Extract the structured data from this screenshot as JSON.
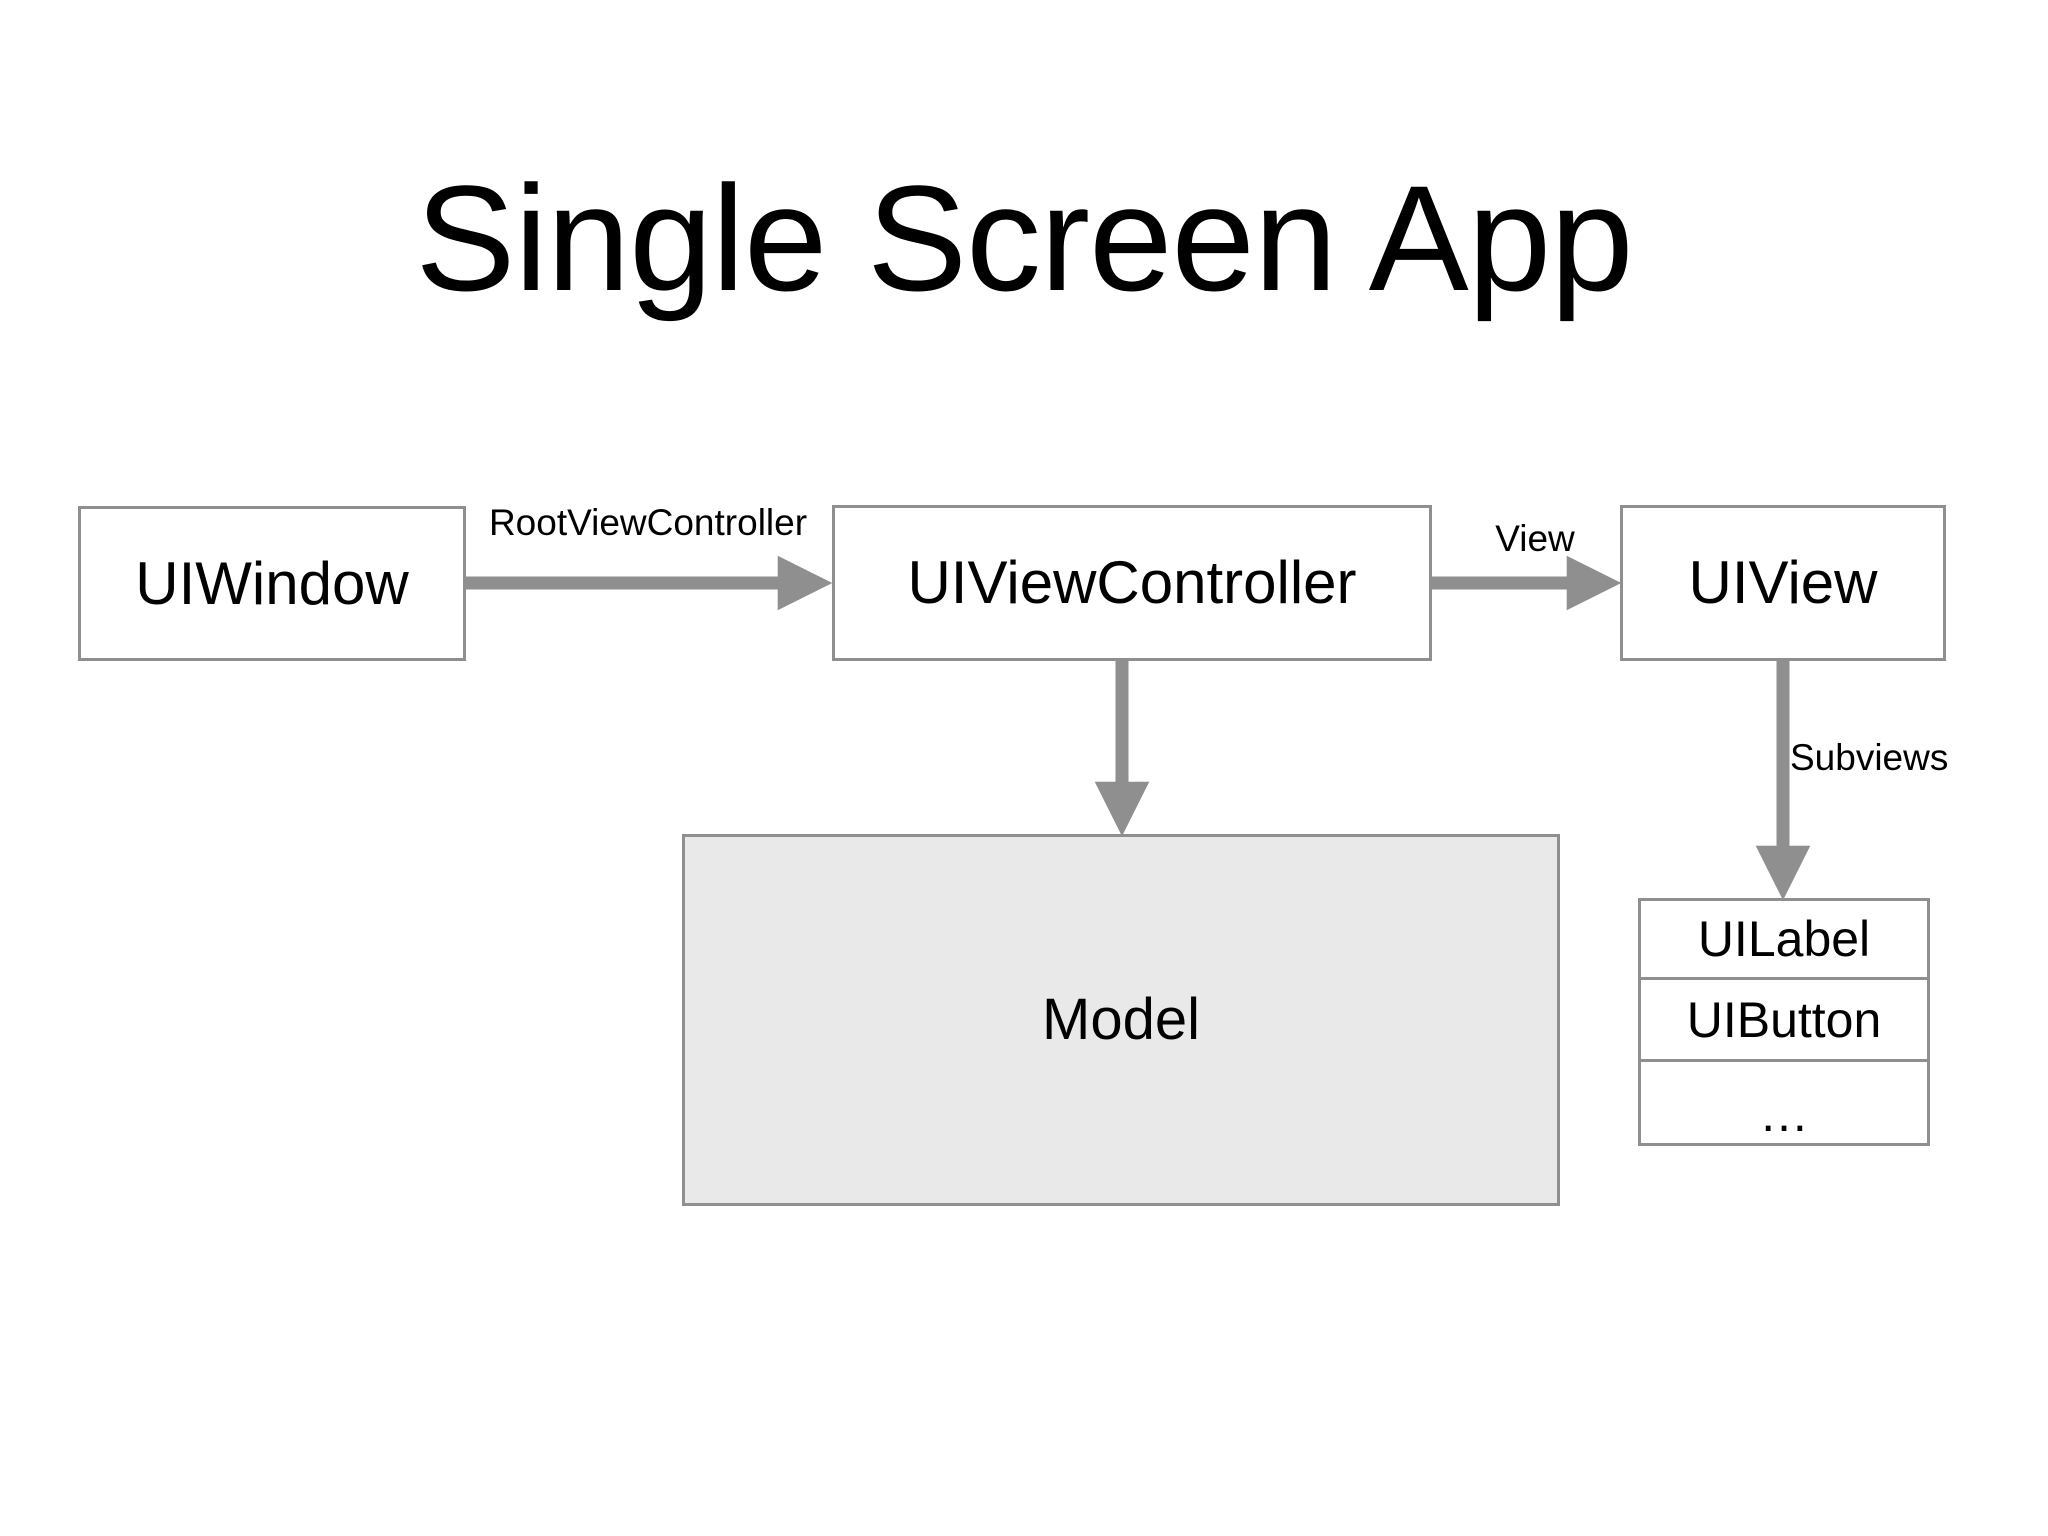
{
  "slide": {
    "title": "Single Screen App",
    "background_color": "#ffffff",
    "box_border_color": "#8f8f8f",
    "arrow_color": "#8f8f8f",
    "model_fill_color": "#e9e9ea",
    "text_color": "#000000"
  },
  "diagram": {
    "type": "flow-diagram",
    "nodes": [
      {
        "id": "uiwindow",
        "label": "UIWindow"
      },
      {
        "id": "uiviewcontroller",
        "label": "UIViewController"
      },
      {
        "id": "uiview",
        "label": "UIView"
      },
      {
        "id": "model",
        "label": "Model"
      }
    ],
    "subviews_stack": [
      {
        "label": "UILabel"
      },
      {
        "label": "UIButton"
      },
      {
        "label": "…"
      }
    ],
    "edges": [
      {
        "from": "uiwindow",
        "to": "uiviewcontroller",
        "label": "RootViewController",
        "direction": "right"
      },
      {
        "from": "uiviewcontroller",
        "to": "uiview",
        "label": "View",
        "direction": "right"
      },
      {
        "from": "uiviewcontroller",
        "to": "model",
        "label": "",
        "direction": "down"
      },
      {
        "from": "uiview",
        "to": "subviews_stack",
        "label": "Subviews",
        "direction": "down"
      }
    ]
  }
}
